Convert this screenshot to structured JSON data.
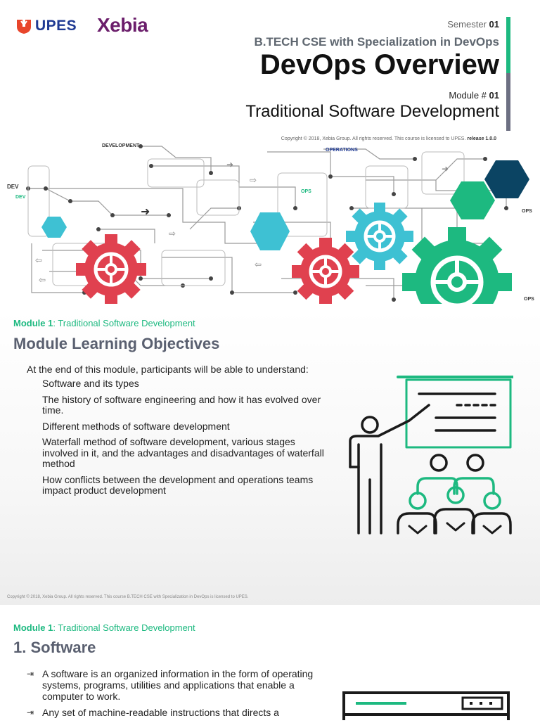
{
  "header": {
    "upes_logo": "UPES",
    "xebia_logo": "Xebia",
    "semester_label": "Semester",
    "semester_value": "01",
    "program": "B.TECH CSE with Specialization in DevOps",
    "title": "DevOps Overview",
    "module_label": "Module #",
    "module_value": "01",
    "subtitle": "Traditional Software Development",
    "copyright_text": "Copyright © 2018, Xebia Group. All rights reserved. This course is licensed to UPES.",
    "release": "release 1.0.0"
  },
  "banner": {
    "labels": {
      "development": "DEVELOPMENT",
      "operations": "OPERATIONS",
      "dev1": "DEV",
      "dev2": "DEV",
      "ops1": "OPS",
      "ops2": "OPS",
      "ops3": "OPS"
    },
    "colors": {
      "red": "#e0414f",
      "teal": "#3ec1d3",
      "green": "#1db980",
      "navy": "#0b4463",
      "gray": "#888888"
    }
  },
  "slide2": {
    "module_prefix": "Module 1",
    "module_rest": ": Traditional Software Development",
    "heading": "Module Learning Objectives",
    "lead": "At the end of this module, participants will be able to understand:",
    "bullet_marker": "",
    "objectives": [
      "Software and its types",
      "The history of software engineering and how it has evolved over time.",
      "Different methods of software development",
      "Waterfall method of software development, various stages involved in it, and the advantages and disadvantages of waterfall method",
      "How conflicts between the development and operations teams impact product development"
    ],
    "illustration_icon": "presentation-teacher-icon",
    "copyright": "Copyright © 2018, Xebia Group. All rights reserved. This course B.TECH CSE with Specialization in DevOps is licensed to UPES."
  },
  "slide3": {
    "module_prefix": "Module 1",
    "module_rest": ": Traditional Software Development",
    "heading": "1. Software",
    "bullet_marker": "⇥",
    "points": [
      "A software is an organized information in the form of operating systems, programs, utilities and applications that enable a computer to work.",
      "Any set of machine-readable instructions that directs a"
    ],
    "illustration_icon": "server-icon"
  }
}
